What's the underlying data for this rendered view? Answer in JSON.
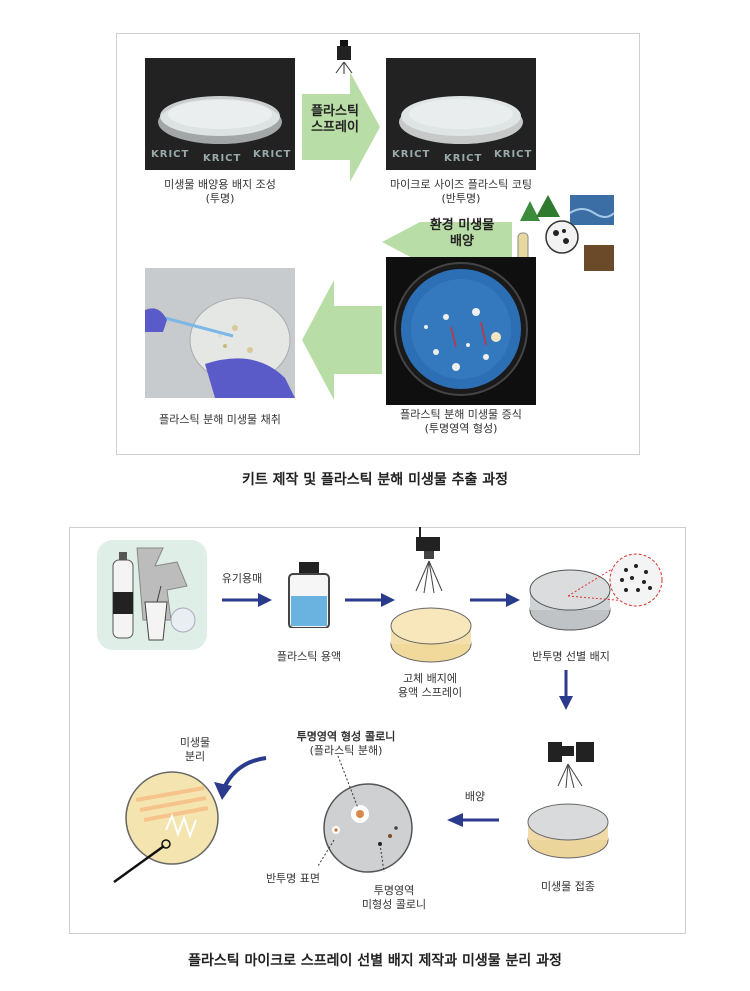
{
  "top": {
    "steps": {
      "medium": [
        "미생물 배양용 배지 조성",
        "(투명)"
      ],
      "coating": [
        "마이크로 사이즈 플라스틱 코팅",
        "(반투명)"
      ],
      "growth": [
        "플라스틱 분해 미생물 증식",
        "(투명영역 형성)"
      ],
      "collect": "플라스틱 분해 미생물 채취"
    },
    "arrow_spray": [
      "플라스틱",
      "스프레이"
    ],
    "arrow_culture": [
      "환경 미생물",
      "배양"
    ],
    "krict": "KRICT",
    "caption": "키트 제작 및 플라스틱 분해 미생물 추출 과정"
  },
  "bottom": {
    "solvent": "유기용매",
    "solution": "플라스틱 용액",
    "spray": [
      "고체 배지에",
      "용액 스프레이"
    ],
    "selective": "반투명 선별 배지",
    "inoculate": "미생물 접종",
    "culture": "배양",
    "colony_title": "투명영역 형성 콜로니",
    "colony_sub": "(플라스틱 분해)",
    "surface": "반투명 표면",
    "non_colony": [
      "투명영역",
      "미형성 콜로니"
    ],
    "isolate": [
      "미생물",
      "분리"
    ],
    "caption": "플라스틱 마이크로 스프레이 선별 배지 제작과 미생물 분리 과정"
  },
  "colors": {
    "arrow": "#2a3a8c",
    "green": "#b9dda6",
    "navy": "#1f2d78"
  }
}
